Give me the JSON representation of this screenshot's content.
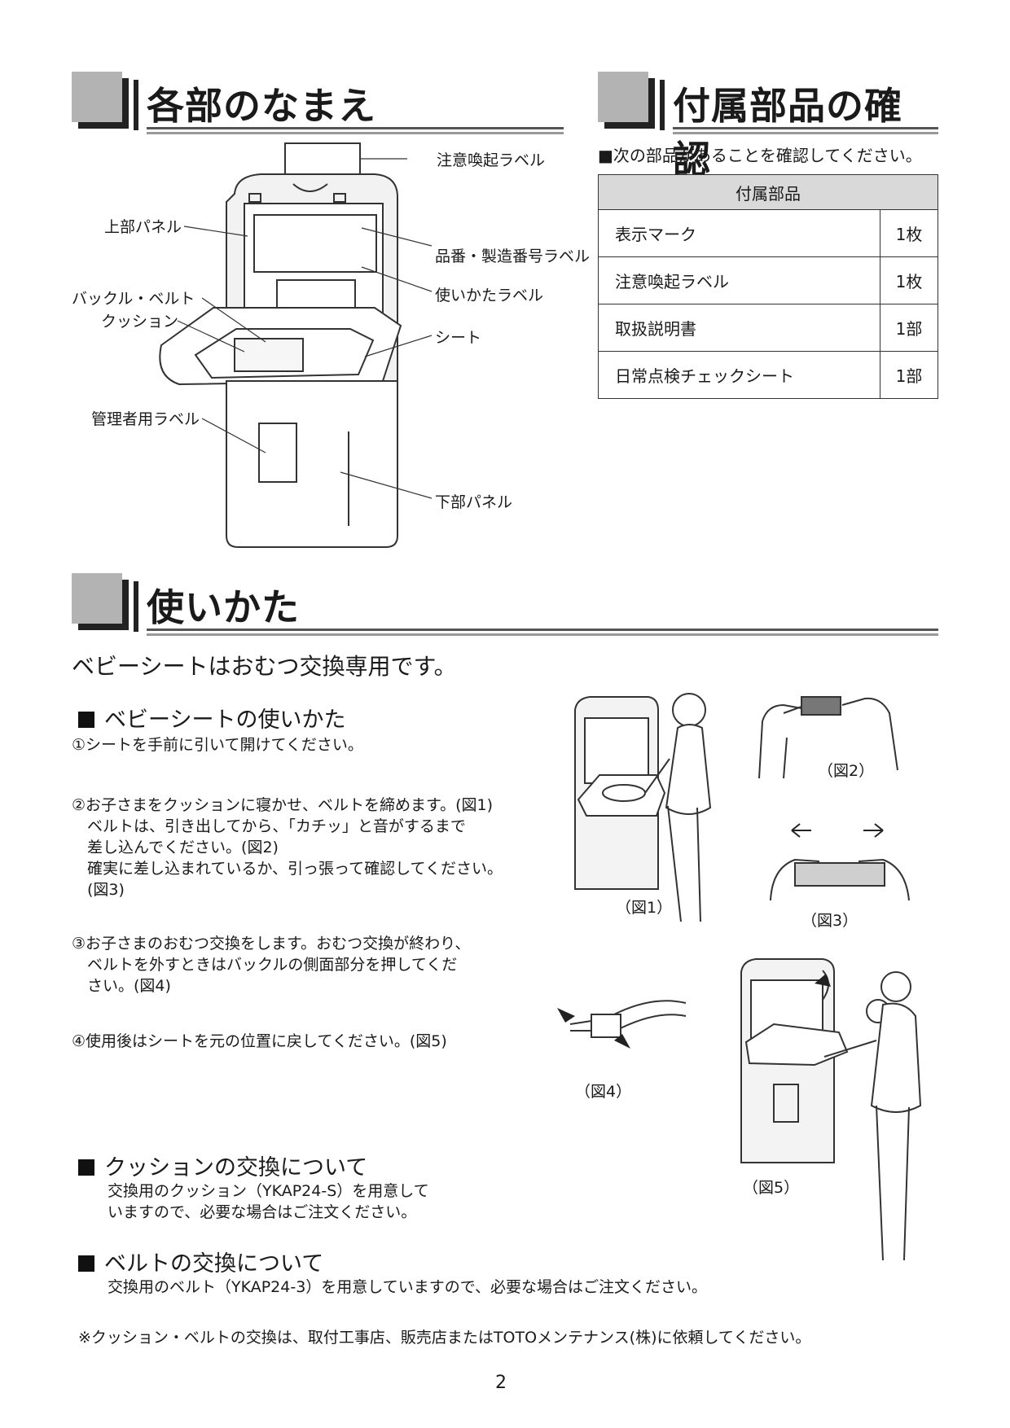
{
  "sections": {
    "parts_names": {
      "title": "各部のなまえ"
    },
    "accessories": {
      "title": "付属部品の確認"
    },
    "usage": {
      "title": "使いかた"
    }
  },
  "diagram_labels": {
    "caution_label": "注意喚起ラベル",
    "upper_panel": "上部パネル",
    "model_serial_label": "品番・製造番号ラベル",
    "usage_label": "使いかたラベル",
    "buckle_belt": "バックル・ベルト",
    "cushion": "クッション",
    "seat": "シート",
    "admin_label": "管理者用ラベル",
    "lower_panel": "下部パネル"
  },
  "accessories_intro": "■次の部品があることを確認してください。",
  "parts_table": {
    "header": "付属部品",
    "rows": [
      {
        "name": "表示マーク",
        "qty": "1枚"
      },
      {
        "name": "注意喚起ラベル",
        "qty": "1枚"
      },
      {
        "name": "取扱説明書",
        "qty": "1部"
      },
      {
        "name": "日常点検チェックシート",
        "qty": "1部"
      }
    ]
  },
  "usage_lead": "ベビーシートはおむつ交換専用です。",
  "baby_seat": {
    "heading": "ベビーシートの使いかた",
    "step1": "①シートを手前に引いて開けてください。",
    "step2": [
      "②お子さまをクッションに寝かせ、ベルトを締めます。(図1)",
      "　ベルトは、引き出してから、「カチッ」と音がするまで",
      "　差し込んでください。(図2)",
      "　確実に差し込まれているか、引っ張って確認してください。",
      "　(図3)"
    ],
    "step3": [
      "③お子さまのおむつ交換をします。おむつ交換が終わり、",
      "　ベルトを外すときはバックルの側面部分を押してくだ",
      "　さい。(図4)"
    ],
    "step4": "④使用後はシートを元の位置に戻してください。(図5)"
  },
  "figures": {
    "fig1": "（図1）",
    "fig2": "（図2）",
    "fig3": "（図3）",
    "fig4": "（図4）",
    "fig5": "（図5）"
  },
  "cushion_replace": {
    "heading": "クッションの交換について",
    "lines": [
      "交換用のクッション（YKAP24-S）を用意して",
      "いますので、必要な場合はご注文ください。"
    ]
  },
  "belt_replace": {
    "heading": "ベルトの交換について",
    "line": "交換用のベルト（YKAP24-3）を用意していますので、必要な場合はご注文ください。"
  },
  "note": "※クッション・ベルトの交換は、取付工事店、販売店またはTOTOメンテナンス(株)に依頼してください。",
  "page_number": "2"
}
